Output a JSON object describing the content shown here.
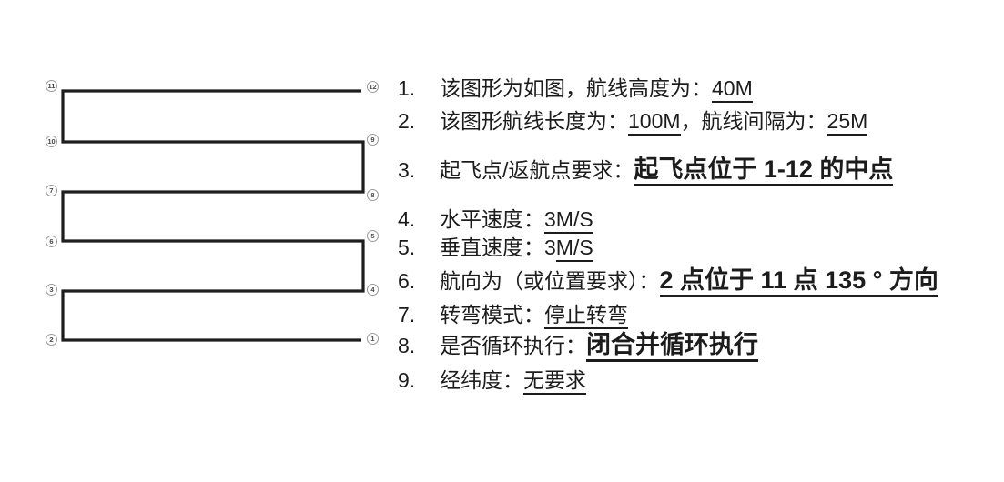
{
  "page": {
    "background": "#ffffff",
    "text_color": "#1c1c1c"
  },
  "diagram": {
    "description": "serpentine-flight-route",
    "path_color": "#1e1e1e",
    "waypoint_circle_color": "#9a9a9a",
    "waypoints": [
      {
        "num": "1"
      },
      {
        "num": "2"
      },
      {
        "num": "3"
      },
      {
        "num": "4"
      },
      {
        "num": "5"
      },
      {
        "num": "6"
      },
      {
        "num": "7"
      },
      {
        "num": "8"
      },
      {
        "num": "9"
      },
      {
        "num": "10"
      },
      {
        "num": "11"
      },
      {
        "num": "12"
      }
    ]
  },
  "list": {
    "items": [
      {
        "number": "1.",
        "segments": [
          {
            "text": "该图形为如图，航线高度为：",
            "style": "normal"
          },
          {
            "text": "40M",
            "style": "underline"
          }
        ]
      },
      {
        "number": "2.",
        "segments": [
          {
            "text": "该图形航线长度为：",
            "style": "normal"
          },
          {
            "text": "100M",
            "style": "underline"
          },
          {
            "text": "，航线间隔为：",
            "style": "normal"
          },
          {
            "text": "25M",
            "style": "underline"
          }
        ]
      },
      {
        "number": "3.",
        "segments": [
          {
            "text": "起飞点/返航点要求：",
            "style": "normal"
          },
          {
            "text": "起飞点位于 1-12 的中点",
            "style": "bold-underline"
          }
        ]
      },
      {
        "number": "4.",
        "segments": [
          {
            "text": "水平速度：",
            "style": "normal"
          },
          {
            "text": "3M/S",
            "style": "underline"
          }
        ]
      },
      {
        "number": "5.",
        "segments": [
          {
            "text": "垂直速度：",
            "style": "normal"
          },
          {
            "text": "3",
            "style": "normal"
          },
          {
            "text": "M/S",
            "style": "underline"
          }
        ]
      },
      {
        "number": "6.",
        "segments": [
          {
            "text": "航向为（或位置要求）：",
            "style": "normal"
          },
          {
            "text": "2 点位于 11 点 135 ° 方向",
            "style": "bold-underline"
          }
        ]
      },
      {
        "number": "7.",
        "segments": [
          {
            "text": "转弯模式：",
            "style": "normal"
          },
          {
            "text": "停止转弯",
            "style": "underline"
          }
        ]
      },
      {
        "number": "8.",
        "segments": [
          {
            "text": "是否循环执行：",
            "style": "normal"
          },
          {
            "text": "闭合并循环执行",
            "style": "bold-underline"
          }
        ]
      },
      {
        "number": "9.",
        "segments": [
          {
            "text": "经纬度：",
            "style": "normal"
          },
          {
            "text": "无要求",
            "style": "underline"
          }
        ]
      }
    ]
  }
}
